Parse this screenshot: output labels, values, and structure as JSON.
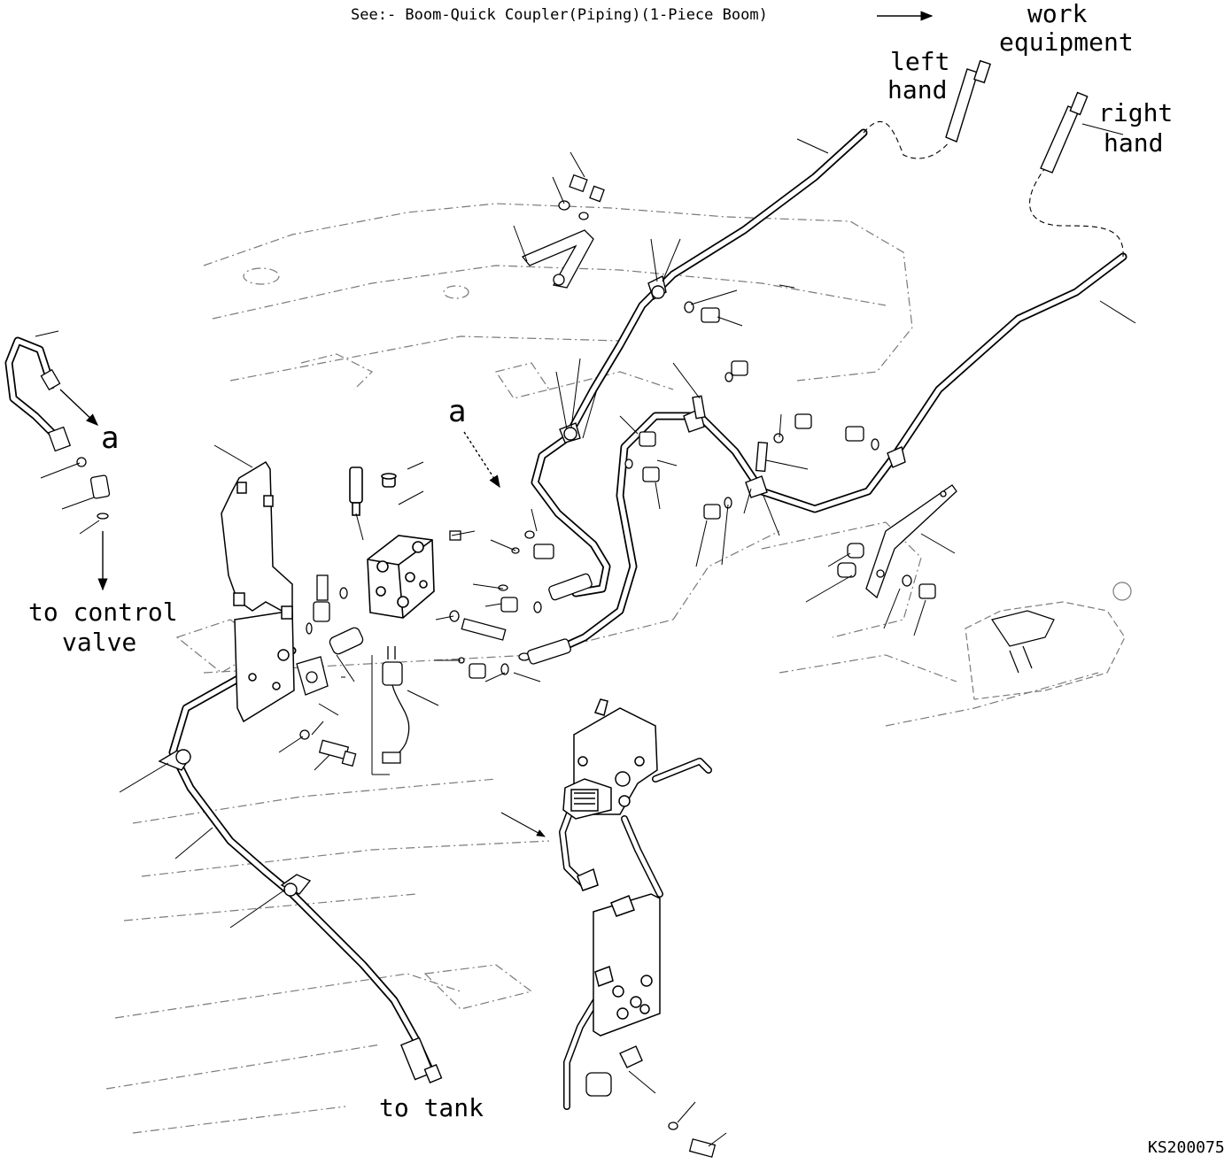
{
  "header": {
    "reference_text": "See:- Boom-Quick Coupler(Piping)(1-Piece Boom)"
  },
  "labels": {
    "work_equipment_line1": "work",
    "work_equipment_line2": "equipment",
    "left_hand_line1": "left",
    "left_hand_line2": "hand",
    "right_hand_line1": "right",
    "right_hand_line2": "hand",
    "to_control_valve_line1": "to control",
    "to_control_valve_line2": "valve",
    "to_tank": "to tank",
    "detail_marker_left": "a",
    "detail_marker_center": "a"
  },
  "footer": {
    "drawing_id": "KS200075"
  },
  "colors": {
    "ink": "#000000",
    "background": "#ffffff",
    "phantom": "#7a7a7a"
  }
}
